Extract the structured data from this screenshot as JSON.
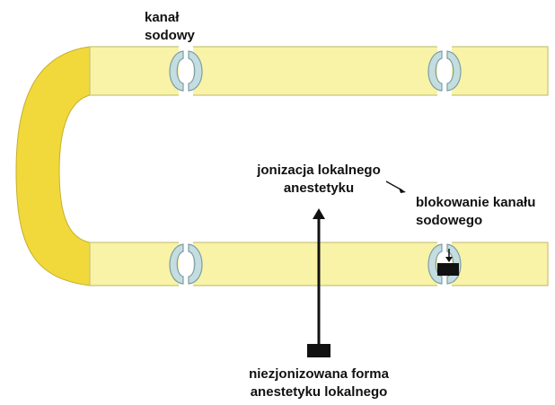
{
  "colors": {
    "axon_fill": "#f8f3a6",
    "axon_stroke": "#c9c27a",
    "bend_fill": "#f1d93c",
    "bend_stroke": "#c7b02a",
    "channel_fill": "#c4dde0",
    "channel_stroke": "#7d9ea3",
    "blocker": "#111111",
    "arrow": "#111111",
    "text": "#111111"
  },
  "labels": {
    "sodium_channel": {
      "line1": "kanał",
      "line2": "sodowy"
    },
    "ionization": {
      "line1": "jonizacja lokalnego",
      "line2": "anestetyku"
    },
    "blocking": {
      "line1": "blokowanie kanału",
      "line2": "sodowego"
    },
    "unionized": {
      "line1": "niezjonizowana forma",
      "line2": "anestetyku lokalnego"
    }
  },
  "icons": {
    "sodium_channel": "sodium-channel-icon",
    "anesthetic": "anesthetic-molecule-icon",
    "arrow": "arrow-up-icon"
  }
}
